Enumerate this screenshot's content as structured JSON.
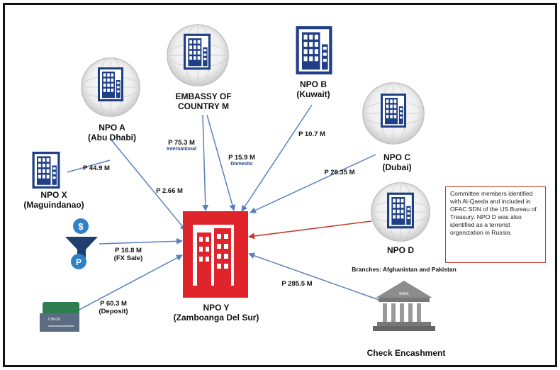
{
  "nodes": {
    "npo_a": {
      "name": "NPO A",
      "location": "(Abu Dhabi)"
    },
    "embassy": {
      "name_line1": "EMBASSY OF",
      "name_line2": "COUNTRY M"
    },
    "npo_b": {
      "name": "NPO B",
      "location": "(Kuwait)"
    },
    "npo_c": {
      "name": "NPO C",
      "location": "(Dubai)"
    },
    "npo_x": {
      "name": "NPO X",
      "location": "(Maguindanao)"
    },
    "npo_d": {
      "name": "NPO D",
      "branches": "Branches: Afghanistan and Pakistan"
    },
    "npo_y": {
      "name": "NPO Y",
      "location": "(Zamboanga Del Sur)"
    },
    "check_encashment": {
      "name": "Check Encashment",
      "bank_sign": "BANK"
    },
    "check_card": {
      "text": "CHECK"
    }
  },
  "flows": {
    "npo_a": {
      "amount": "P 2.66 M"
    },
    "embassy_international": {
      "amount": "P 75.3 M",
      "note": "International"
    },
    "embassy_domestic": {
      "amount": "P 15.9 M",
      "note": "Domestic"
    },
    "npo_b": {
      "amount": "P 10.7 M"
    },
    "npo_c": {
      "amount": "P 28.35 M"
    },
    "npo_x": {
      "amount": "P 44.9 M"
    },
    "fx_sale": {
      "amount": "P 16.8 M",
      "note": "(FX Sale)"
    },
    "deposit": {
      "amount": "P 60.3 M",
      "note": "(Deposit)"
    },
    "check_encashment": {
      "amount": "P 285.5 M"
    }
  },
  "alert_note": {
    "text": "Committee members identified with Al-Qaeda and included in OFAC SDN of the US Bureau of Treasury. NPO D was also identified as a terrorist organization in Russia."
  },
  "colors": {
    "arrow": "#5b7fbd",
    "alert": "#c0392b",
    "npo_y_fill": "#e0242c",
    "building": "#1f3f86",
    "coin": "#2f80c8"
  }
}
